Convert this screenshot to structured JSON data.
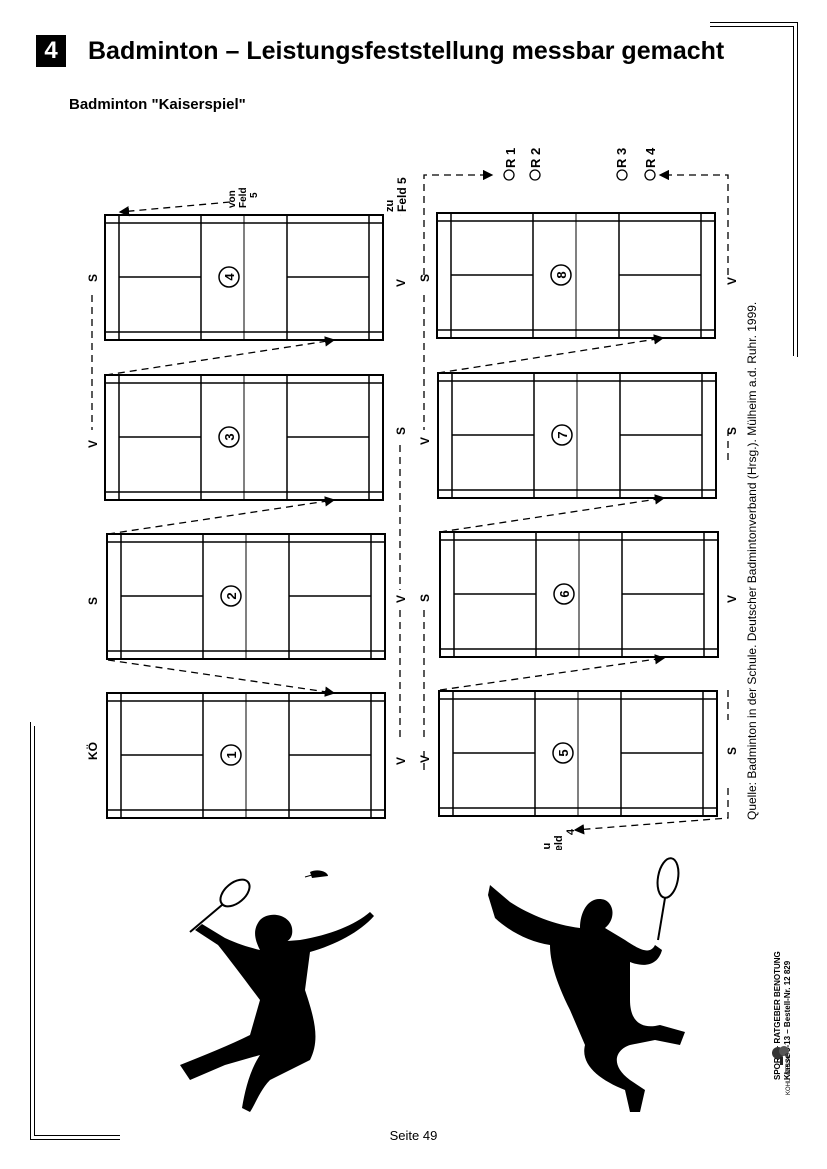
{
  "header": {
    "chapter_number": "4",
    "title": "Badminton – Leistungsfeststellung messbar gemacht"
  },
  "subtitle": "Badminton \"Kaiserspiel\"",
  "diagram": {
    "courts": [
      "1",
      "2",
      "3",
      "4",
      "5",
      "6",
      "7",
      "8"
    ],
    "labels": {
      "koenig": "KÖ",
      "s": "S",
      "v": "V",
      "von_feld_5": [
        "von",
        "Feld",
        "5"
      ],
      "zu_feld_5": [
        "zu",
        "Feld 5"
      ],
      "zu_feld_4": [
        "zu",
        "Feld",
        "4"
      ],
      "reserves": [
        "R 1",
        "R 2",
        "R 3",
        "R 4"
      ]
    }
  },
  "source": "Quelle: Badminton in der Schule. Deutscher Badmintonverband (Hrsg.). Mülheim a.d. Ruhr. 1999.",
  "publisher": {
    "line1": "SPORT – RATGEBER BENOTUNG",
    "line2": "Klasse 5-13 – Bestell-Nr. 12 829",
    "logo_text": "KOHL VERLAG"
  },
  "page_number": "Seite 49"
}
